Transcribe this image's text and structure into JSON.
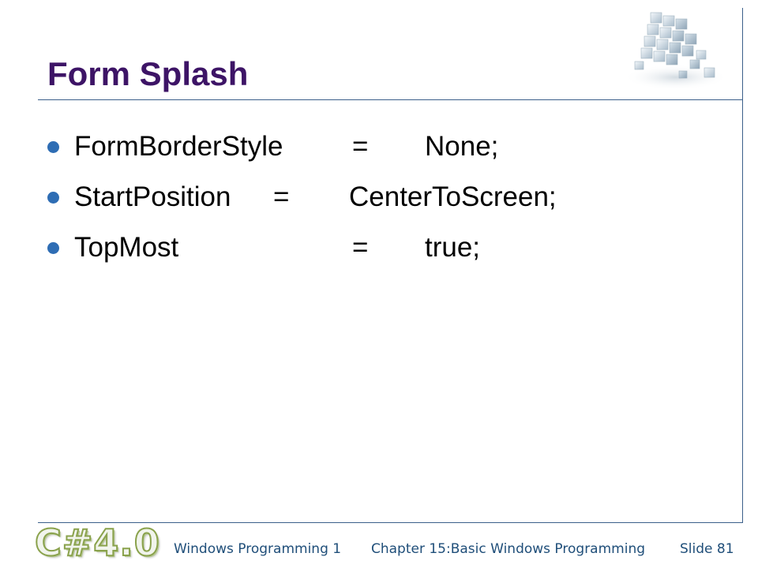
{
  "slide": {
    "title": "Form Splash",
    "bullets": [
      {
        "name": "FormBorderStyle",
        "eq": "=",
        "value": "None;"
      },
      {
        "name": "StartPosition",
        "eq": "=",
        "value": "CenterToScreen;"
      },
      {
        "name": "TopMost",
        "eq": "=",
        "value": "true;"
      }
    ],
    "logo_text": "C#4.0",
    "footer": {
      "course": "Windows Programming 1",
      "chapter": "Chapter 15:Basic Windows Programming",
      "slide_label": "Slide 81"
    }
  },
  "colors": {
    "title": "#3d1466",
    "bullet": "#2e6db4",
    "rule": "#3b5f8a",
    "footer_text": "#1f4e79",
    "logo_outline": "#8aa24c"
  },
  "icons": {
    "decoration": "cube-cluster-icon",
    "bullet": "bullet-dot-icon"
  }
}
